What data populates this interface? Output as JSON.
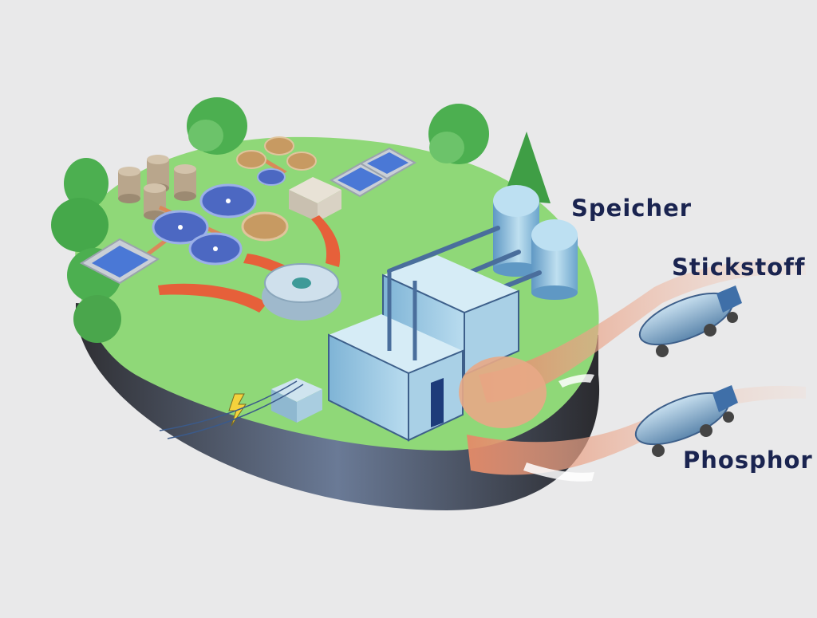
{
  "labels": {
    "storage": "Speicher",
    "nitrogen": "Stickstoff",
    "phosphorus": "Phosphor"
  },
  "colors": {
    "background": "#e9e9ea",
    "grass": "#8fd878",
    "ground": "#3c3c40",
    "water_flow": "#e6603a",
    "product_flow": "#f0b89a",
    "facility_blue": "#8fc3dc",
    "pipe": "#4a6e9c",
    "tree": "#4caf50",
    "label_text": "#1a2450"
  }
}
